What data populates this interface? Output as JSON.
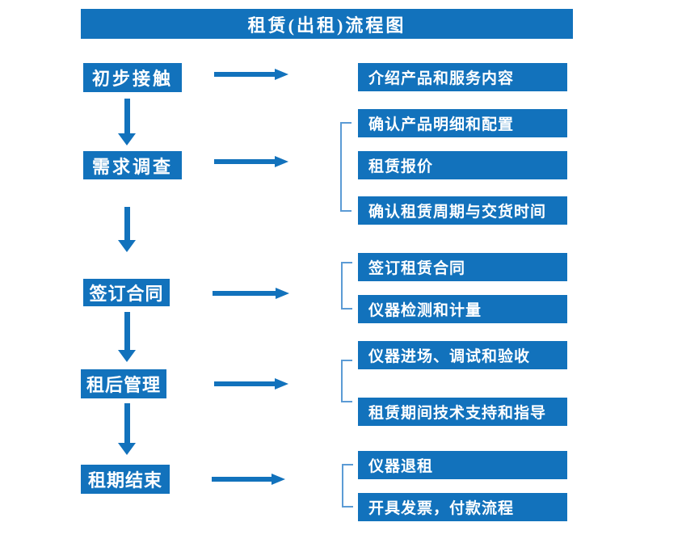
{
  "title": "租赁(出租)流程图",
  "colors": {
    "primary": "#1272BC",
    "bracket": "#5B9BD5",
    "text": "#FFFFFF",
    "background": "#FFFFFF"
  },
  "steps": [
    {
      "label": "初步接触",
      "details": [
        "介绍产品和服务内容"
      ]
    },
    {
      "label": "需求调查",
      "details": [
        "确认产品明细和配置",
        "租赁报价",
        "确认租赁周期与交货时间"
      ]
    },
    {
      "label": "签订合同",
      "details": [
        "签订租赁合同",
        "仪器检测和计量"
      ]
    },
    {
      "label": "租后管理",
      "details": [
        "仪器进场、调试和验收",
        "租赁期间技术支持和指导"
      ]
    },
    {
      "label": "租期结束",
      "details": [
        "仪器退租",
        "开具发票，付款流程"
      ]
    }
  ]
}
